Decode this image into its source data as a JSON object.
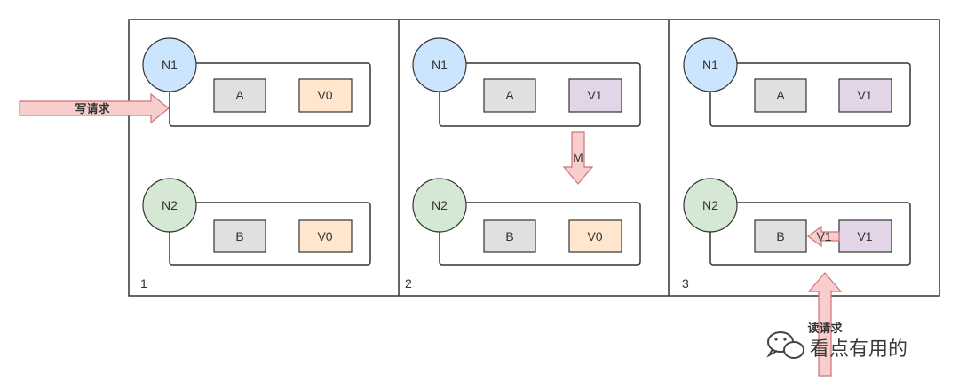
{
  "colors": {
    "node_n1": "#cce5ff",
    "node_n2": "#d5e8d4",
    "cell_gray": "#e0e0e0",
    "val_v0": "#ffe6cc",
    "val_v1": "#e1d5e7",
    "arrow_fill": "#f8cecc",
    "arrow_stroke": "#d0707a"
  },
  "panels": [
    {
      "number": "1",
      "n1": {
        "label": "N1",
        "key": "A",
        "value": "V0"
      },
      "n2": {
        "label": "N2",
        "key": "B",
        "value": "V0"
      }
    },
    {
      "number": "2",
      "n1": {
        "label": "N1",
        "key": "A",
        "value": "V1"
      },
      "n2": {
        "label": "N2",
        "key": "B",
        "value": "V0"
      },
      "transfer_label": "M"
    },
    {
      "number": "3",
      "n1": {
        "label": "N1",
        "key": "A",
        "value": "V1"
      },
      "n2": {
        "label": "N2",
        "key": "B",
        "value": "V1"
      },
      "return_label": "V1"
    }
  ],
  "write_request_label": "写请求",
  "read_request_label": "读请求",
  "watermark": {
    "text": "看点有用的",
    "icon": "wechat-icon"
  }
}
